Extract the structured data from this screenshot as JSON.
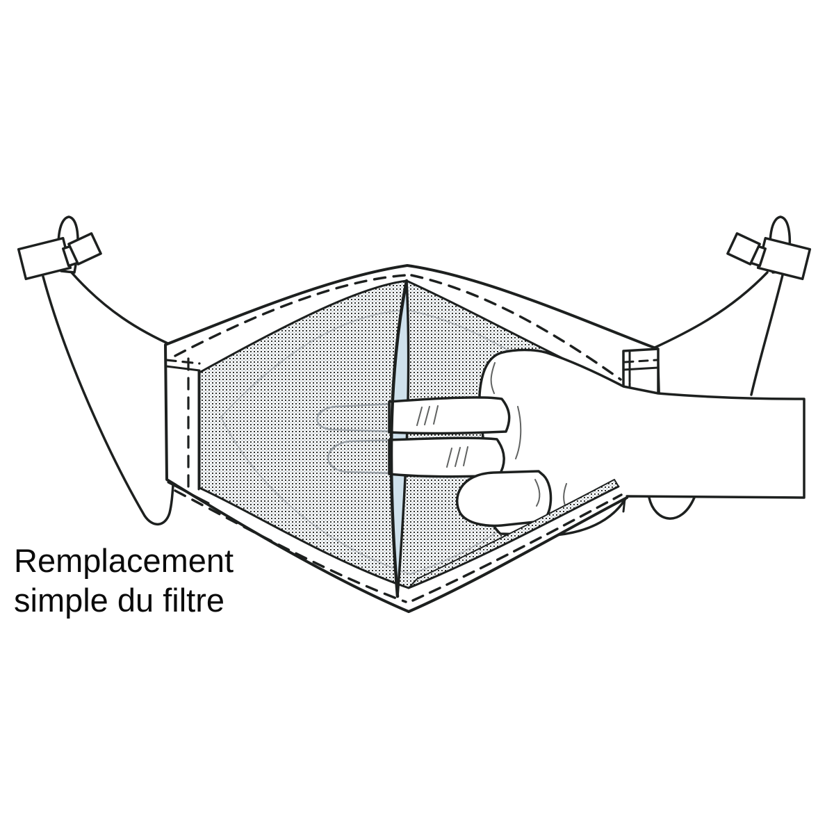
{
  "caption": {
    "line1": "Remplacement",
    "line2": "simple du filtre"
  },
  "colors": {
    "background": "#ffffff",
    "line": "#1d201f",
    "filter_blue": "#cfe1ec",
    "mesh_dot_dark": "#161918",
    "mesh_dot_light": "#b8c4cc",
    "ghost_line": "#8f979e"
  },
  "figure": {
    "parts": [
      "face-mask",
      "mesh-fabric-body",
      "filter-pocket-slit",
      "filter",
      "left-fabric-channel",
      "right-fabric-channel",
      "left-ear-strap",
      "right-ear-strap",
      "left-cord-lock-toggle",
      "right-cord-lock-toggle",
      "hand-inserting-filter"
    ]
  }
}
